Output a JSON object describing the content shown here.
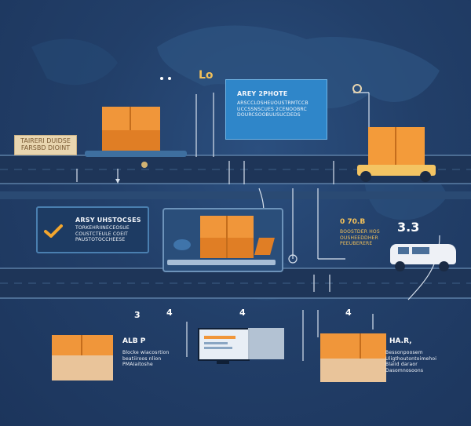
{
  "colors": {
    "background": "#223f69",
    "accent_orange": "#f0963a",
    "card_blue": "#2f86c9",
    "checkmark": "#f3a62e"
  },
  "icons": [
    "check-icon",
    "pin-icon",
    "monitor-icon",
    "truck-icon",
    "van-icon",
    "package-icon",
    "globe-map-icon"
  ],
  "top_left_label": "TAIRERI DUIDSE\nFARSBD DIOINT",
  "top_small_code": "Lo",
  "top_card": {
    "title": "AREY 2PHOTE",
    "lines": "ARSCCLOSHEUOUSTRMTCCB\nUCCSSNSCUES 2CENOOBRC\nDOURCSOOBUUSUCDEDS"
  },
  "mid_card": {
    "title": "ARSY UHSTOCSES",
    "lines": "TORKEHRIINECEOSUE\nCOUSTCTEULE COEIT\nPAUSTOTOCCHEESE"
  },
  "right_info": {
    "code": "0 70.B",
    "lines": "BOOSTDER HOS\nOUSHEEDDHER\nPEEUBERERE"
  },
  "right_number": "3.3",
  "step_numbers": {
    "left": "3",
    "left_mark": "4",
    "mid": "4",
    "right": "4"
  },
  "bottom_left_info": {
    "title": "ALB P",
    "lines": "Blocke wiacosrtion\nbeatiiroos nlion\nPMAIaitoshe"
  },
  "bottom_right_info": {
    "title": "HA.R,",
    "lines": "Bessonpoosem\nUligthoutontoimehoi\nBlaiid daraor\nDasomnosoons"
  }
}
